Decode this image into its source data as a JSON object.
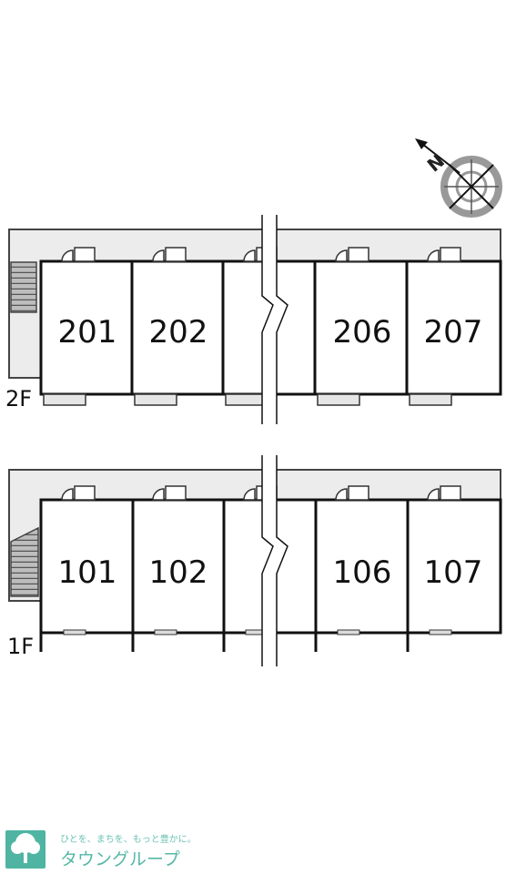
{
  "compass": {
    "letter": "N",
    "icon": "compass-rose-icon"
  },
  "floors": [
    {
      "label": "2F",
      "rooms": [
        "201",
        "202",
        "",
        "206",
        "207"
      ]
    },
    {
      "label": "1F",
      "rooms": [
        "101",
        "102",
        "",
        "106",
        "107"
      ]
    }
  ],
  "logo": {
    "tagline": "ひとを、まちを、もっと豊かに。",
    "name": "タウングループ",
    "brand_color": "#4fb5a2",
    "icon": "tree-logo-icon"
  }
}
